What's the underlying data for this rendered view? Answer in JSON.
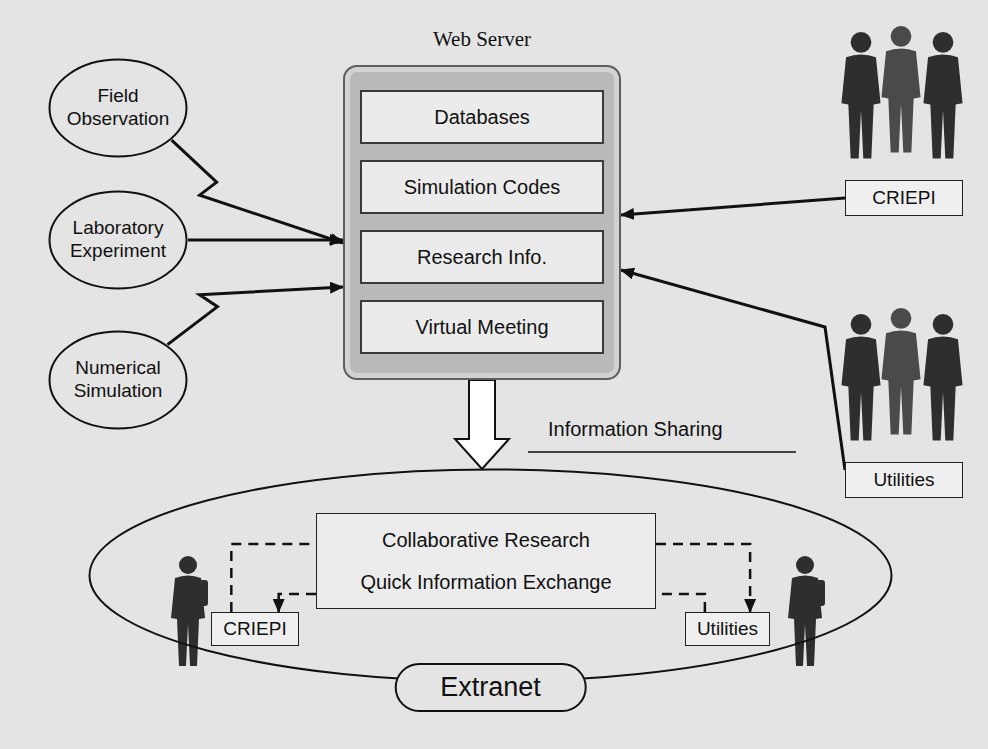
{
  "diagram": {
    "nodes": [
      {
        "text": [
          "Field Observation"
        ]
      },
      {
        "text": [
          "Laboratory Experiment"
        ]
      },
      {
        "text": [
          "Numerical Simulation"
        ]
      },
      {
        "text": [
          "Web Server"
        ]
      },
      {
        "text": [
          "Databases"
        ],
        "in": 3
      },
      {
        "text": [
          "Simulation Codes"
        ],
        "in": 3
      },
      {
        "text": [
          "Research Info."
        ],
        "in": 3
      },
      {
        "text": [
          "Virtual Meeting"
        ],
        "in": 3
      },
      {
        "text": [
          "CRIEPI"
        ]
      },
      {
        "text": [
          "Utilities"
        ]
      },
      {
        "text": [
          "Extranet"
        ]
      },
      {
        "text": [
          "Collaborative Research Quick Information Exchange"
        ],
        "in": 10
      },
      {
        "text": [
          "CRIEPI"
        ],
        "in": 10
      },
      {
        "text": [
          "Utilities"
        ],
        "in": 10
      }
    ],
    "edges": [
      {
        "from": 0,
        "to": 3,
        "arrow": "to"
      },
      {
        "from": 1,
        "to": 3,
        "arrow": "to"
      },
      {
        "from": 2,
        "to": 3,
        "arrow": "to"
      },
      {
        "from": 8,
        "to": 3,
        "arrow": "to"
      },
      {
        "from": 9,
        "to": 3,
        "arrow": "to"
      },
      {
        "from": 3,
        "to": 10,
        "label": "Information Sharing",
        "arrow": "to"
      },
      {
        "from": 12,
        "to": 11,
        "arrow": "none"
      },
      {
        "from": 11,
        "to": 12,
        "arrow": "to"
      },
      {
        "from": 11,
        "to": 13,
        "arrow": "to"
      },
      {
        "from": 13,
        "to": 11,
        "arrow": "none"
      }
    ]
  }
}
